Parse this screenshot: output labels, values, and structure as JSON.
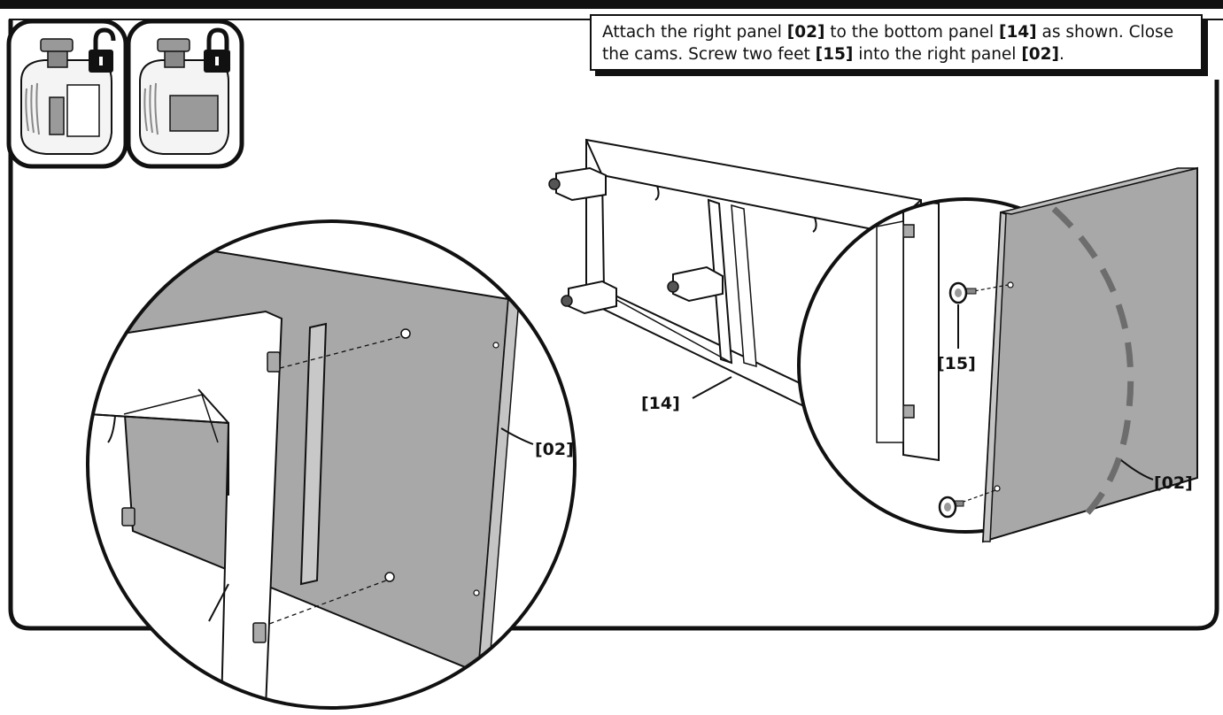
{
  "instruction": {
    "part1": "Attach the right panel ",
    "ref1": "[02]",
    "part2": " to the bottom panel ",
    "ref2": "[14]",
    "part3": " as shown. Close the cams. Screw two feet ",
    "ref3": "[15]",
    "part4": " into the right panel ",
    "ref4": "[02]",
    "part5": "."
  },
  "labels": {
    "bottom_panel": "[14]",
    "feet": "[15]",
    "right_panel_detail": "[02]",
    "right_panel_main": "[02]"
  },
  "icons": {
    "cam_open": "unlocked-padlock-icon",
    "cam_closed": "locked-padlock-icon"
  },
  "colors": {
    "panel_gray": "#a8a8a8",
    "outline": "#111111",
    "background": "#ffffff"
  }
}
